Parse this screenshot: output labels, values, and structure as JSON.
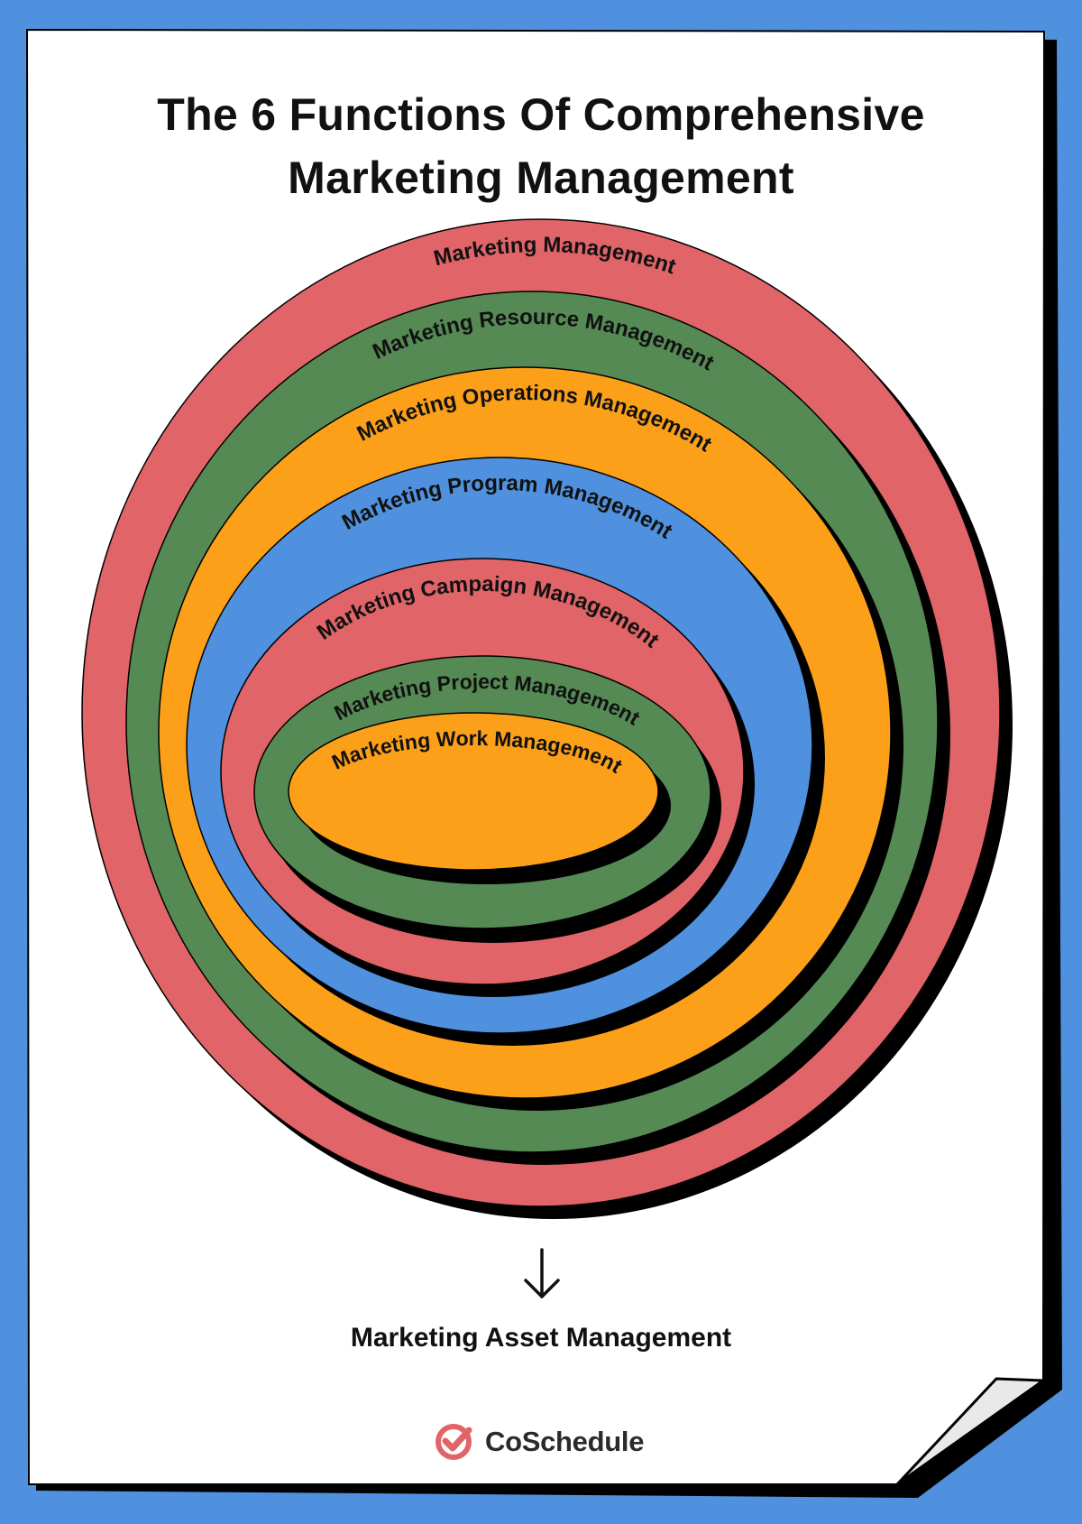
{
  "title_line1": "The 6 Functions Of Comprehensive",
  "title_line2": "Marketing Management",
  "rings": [
    {
      "label": "Marketing  Management",
      "color": "#e06468"
    },
    {
      "label": "Marketing Resource Management",
      "color": "#568a54"
    },
    {
      "label": "Marketing Operations Management",
      "color": "#fca01a"
    },
    {
      "label": "Marketing Program Management",
      "color": "#4f91de"
    },
    {
      "label": "Marketing Campaign Management",
      "color": "#e06468"
    },
    {
      "label": "Marketing Project Management",
      "color": "#568a54"
    },
    {
      "label": "Marketing Work Management",
      "color": "#fca01a"
    }
  ],
  "arrow_icon": "arrow-down-icon",
  "asset_label": "Marketing Asset Management",
  "logo_icon": "check-circle-icon",
  "brand": "CoSchedule",
  "colors": {
    "background": "#4f91de",
    "paper": "#ffffff",
    "shadow": "#000000",
    "brand_red": "#e06468"
  }
}
